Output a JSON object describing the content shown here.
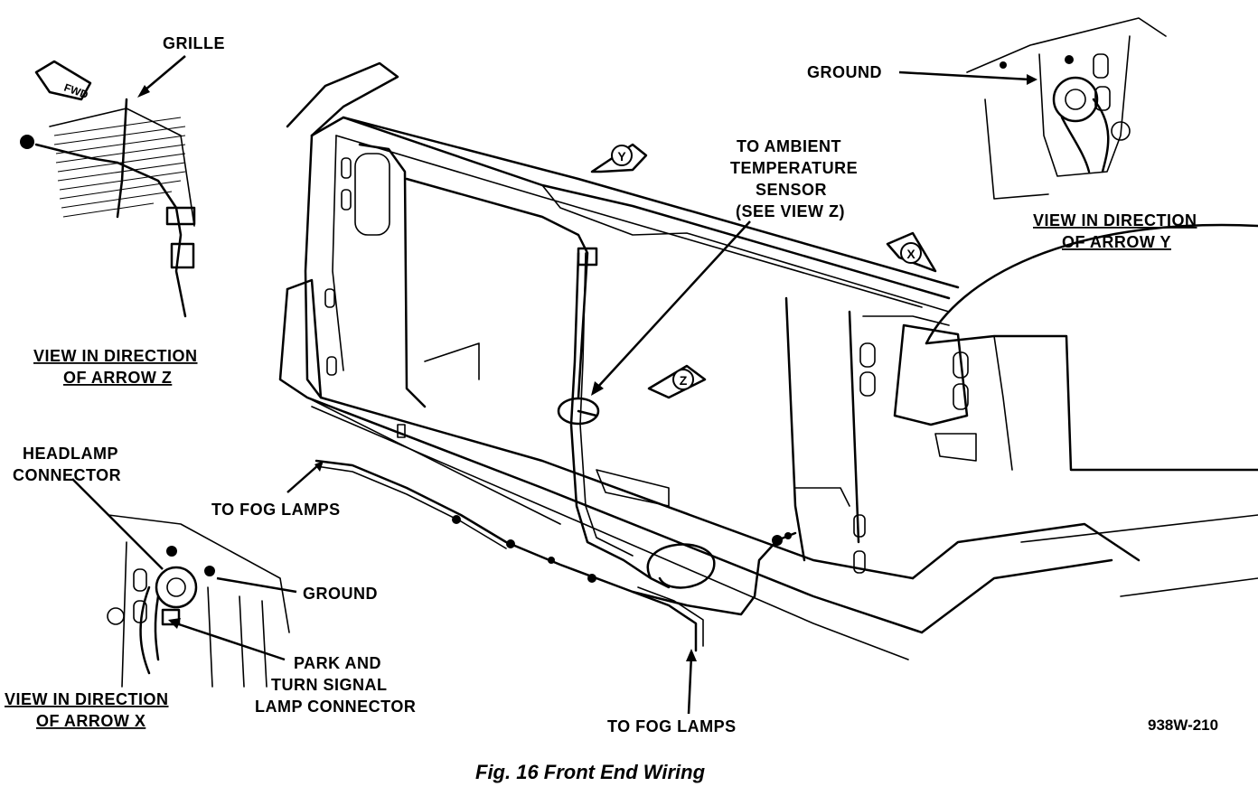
{
  "labels": {
    "grille": "GRILLE",
    "view_z": [
      "VIEW IN DIRECTION",
      "OF ARROW Z"
    ],
    "headlamp_connector": [
      "HEADLAMP",
      "CONNECTOR"
    ],
    "to_fog_lamps_left": "TO FOG LAMPS",
    "ground_left": "GROUND",
    "park_turn": [
      "PARK AND",
      "TURN SIGNAL",
      "LAMP CONNECTOR"
    ],
    "view_x": [
      "VIEW IN DIRECTION",
      "OF ARROW X"
    ],
    "to_fog_lamps_bottom": "TO FOG LAMPS",
    "ambient": [
      "TO AMBIENT",
      "TEMPERATURE",
      "SENSOR",
      "(SEE VIEW Z)"
    ],
    "ground_right": "GROUND",
    "view_y": [
      "VIEW IN DIRECTION",
      "OF ARROW Y"
    ],
    "ref_number": "938W-210",
    "fwd_badge": "FWD"
  },
  "arrow_markers": {
    "y": "Y",
    "x": "X",
    "z": "Z"
  },
  "caption": "Fig. 16 Front End Wiring"
}
